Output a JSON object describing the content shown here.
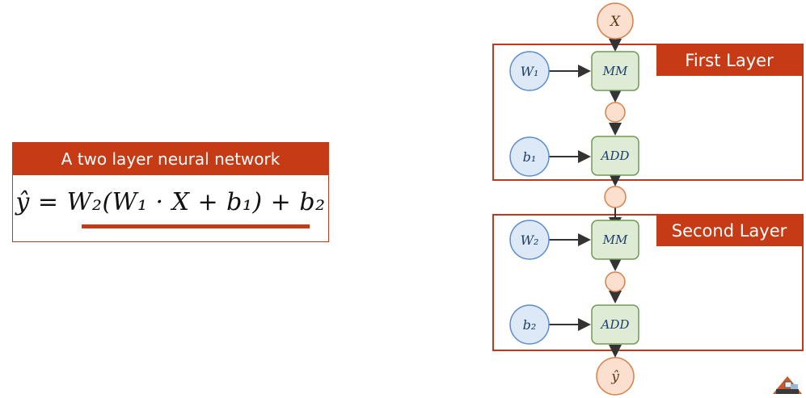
{
  "equation": {
    "header": "A two layer neural network",
    "formula": "ŷ = W₂(W₁ · X + b₁) + b₂"
  },
  "layers": [
    {
      "title": "First Layer",
      "weight": "W₁",
      "bias": "b₁",
      "op_mm": "MM",
      "op_add": "ADD"
    },
    {
      "title": "Second Layer",
      "weight": "W₂",
      "bias": "b₂",
      "op_mm": "MM",
      "op_add": "ADD"
    }
  ],
  "input_node": "X",
  "output_node": "ŷ",
  "colors": {
    "accent": "#c63b16",
    "var_fill": "#dde9f7",
    "var_stroke": "#5b8bd0",
    "op_fill": "#deebd5",
    "op_stroke": "#6f9a55",
    "io_fill": "#fce0cf",
    "io_stroke": "#d9814a"
  }
}
